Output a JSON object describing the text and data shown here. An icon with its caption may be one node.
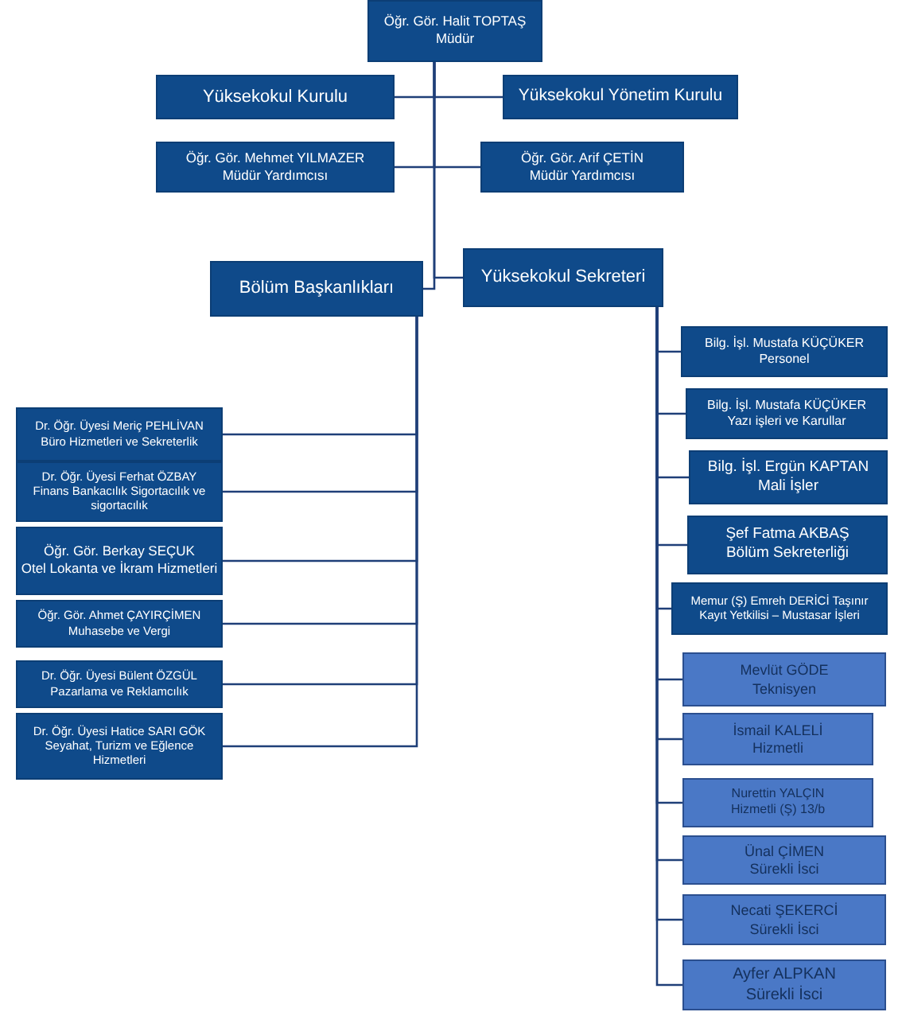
{
  "diagram": {
    "nodes": [
      {
        "text": [
          "Öğr. Gör. Halit TOPTAŞ",
          "Müdür"
        ]
      },
      {
        "text": [
          "Yüksekokul Kurulu"
        ]
      },
      {
        "text": [
          "Yüksekokul Yönetim Kurulu"
        ]
      },
      {
        "text": [
          "Öğr. Gör. Mehmet YILMAZER",
          "Müdür Yardımcısı"
        ]
      },
      {
        "text": [
          "Öğr. Gör. Arif ÇETİN",
          "Müdür Yardımcısı"
        ]
      },
      {
        "text": [
          "Bölüm Başkanlıkları"
        ]
      },
      {
        "text": [
          "Yüksekokul Sekreteri"
        ]
      },
      {
        "text": [
          "Dr. Öğr. Üyesi Meriç PEHLİVAN",
          "Büro Hizmetleri ve Sekreterlik"
        ]
      },
      {
        "text": [
          "Dr. Öğr. Üyesi Ferhat ÖZBAY",
          "Finans Bankacılık Sigortacılık ve sigortacılık"
        ]
      },
      {
        "text": [
          "Öğr. Gör. Berkay SEÇUK",
          "Otel Lokanta ve İkram Hizmetleri"
        ]
      },
      {
        "text": [
          "Öğr. Gör. Ahmet ÇAYIRÇİMEN",
          "Muhasebe ve Vergi"
        ]
      },
      {
        "text": [
          "Dr. Öğr. Üyesi Bülent ÖZGÜL",
          "Pazarlama ve Reklamcılık"
        ]
      },
      {
        "text": [
          "Dr. Öğr. Üyesi Hatice SARI GÖK",
          "Seyahat, Turizm ve Eğlence Hizmetleri"
        ]
      },
      {
        "text": [
          "Bilg. İşl. Mustafa KÜÇÜKER",
          "Personel"
        ]
      },
      {
        "text": [
          "Bilg. İşl. Mustafa KÜÇÜKER",
          "Yazı işleri ve Karullar"
        ]
      },
      {
        "text": [
          "Bilg. İşl. Ergün KAPTAN",
          "Mali İşler"
        ]
      },
      {
        "text": [
          "Şef Fatma AKBAŞ",
          "Bölüm Sekreterliği"
        ]
      },
      {
        "text": [
          "Memur (Ş) Emreh DERİCİ Taşınır Kayıt Yetkilisi – Mustasar İşleri"
        ]
      },
      {
        "text": [
          "Mevlüt GÖDE",
          "Teknisyen"
        ]
      },
      {
        "text": [
          "İsmail KALELİ",
          "Hizmetli"
        ]
      },
      {
        "text": [
          "Nurettin YALÇIN",
          "Hizmetli (Ş) 13/b"
        ]
      },
      {
        "text": [
          "Ünal ÇİMEN",
          "Sürekli İsci"
        ]
      },
      {
        "text": [
          "Necati ŞEKERCİ",
          "Sürekli İsci"
        ]
      },
      {
        "text": [
          "Ayfer ALPKAN",
          "Sürekli İsci"
        ]
      }
    ],
    "edges": [
      {
        "from": 0,
        "to": 1,
        "arrow": "none"
      },
      {
        "from": 0,
        "to": 2,
        "arrow": "none"
      },
      {
        "from": 0,
        "to": 3,
        "arrow": "none"
      },
      {
        "from": 0,
        "to": 4,
        "arrow": "none"
      },
      {
        "from": 0,
        "to": 5,
        "arrow": "none"
      },
      {
        "from": 0,
        "to": 6,
        "arrow": "none"
      },
      {
        "from": 5,
        "to": 7,
        "arrow": "none"
      },
      {
        "from": 5,
        "to": 8,
        "arrow": "none"
      },
      {
        "from": 5,
        "to": 9,
        "arrow": "none"
      },
      {
        "from": 5,
        "to": 10,
        "arrow": "none"
      },
      {
        "from": 5,
        "to": 11,
        "arrow": "none"
      },
      {
        "from": 5,
        "to": 12,
        "arrow": "none"
      },
      {
        "from": 6,
        "to": 13,
        "arrow": "none"
      },
      {
        "from": 6,
        "to": 14,
        "arrow": "none"
      },
      {
        "from": 6,
        "to": 15,
        "arrow": "none"
      },
      {
        "from": 6,
        "to": 16,
        "arrow": "none"
      },
      {
        "from": 6,
        "to": 17,
        "arrow": "none"
      },
      {
        "from": 6,
        "to": 18,
        "arrow": "none"
      },
      {
        "from": 6,
        "to": 19,
        "arrow": "none"
      },
      {
        "from": 6,
        "to": 20,
        "arrow": "none"
      },
      {
        "from": 6,
        "to": 21,
        "arrow": "none"
      },
      {
        "from": 6,
        "to": 22,
        "arrow": "none"
      },
      {
        "from": 6,
        "to": 23,
        "arrow": "none"
      }
    ]
  }
}
